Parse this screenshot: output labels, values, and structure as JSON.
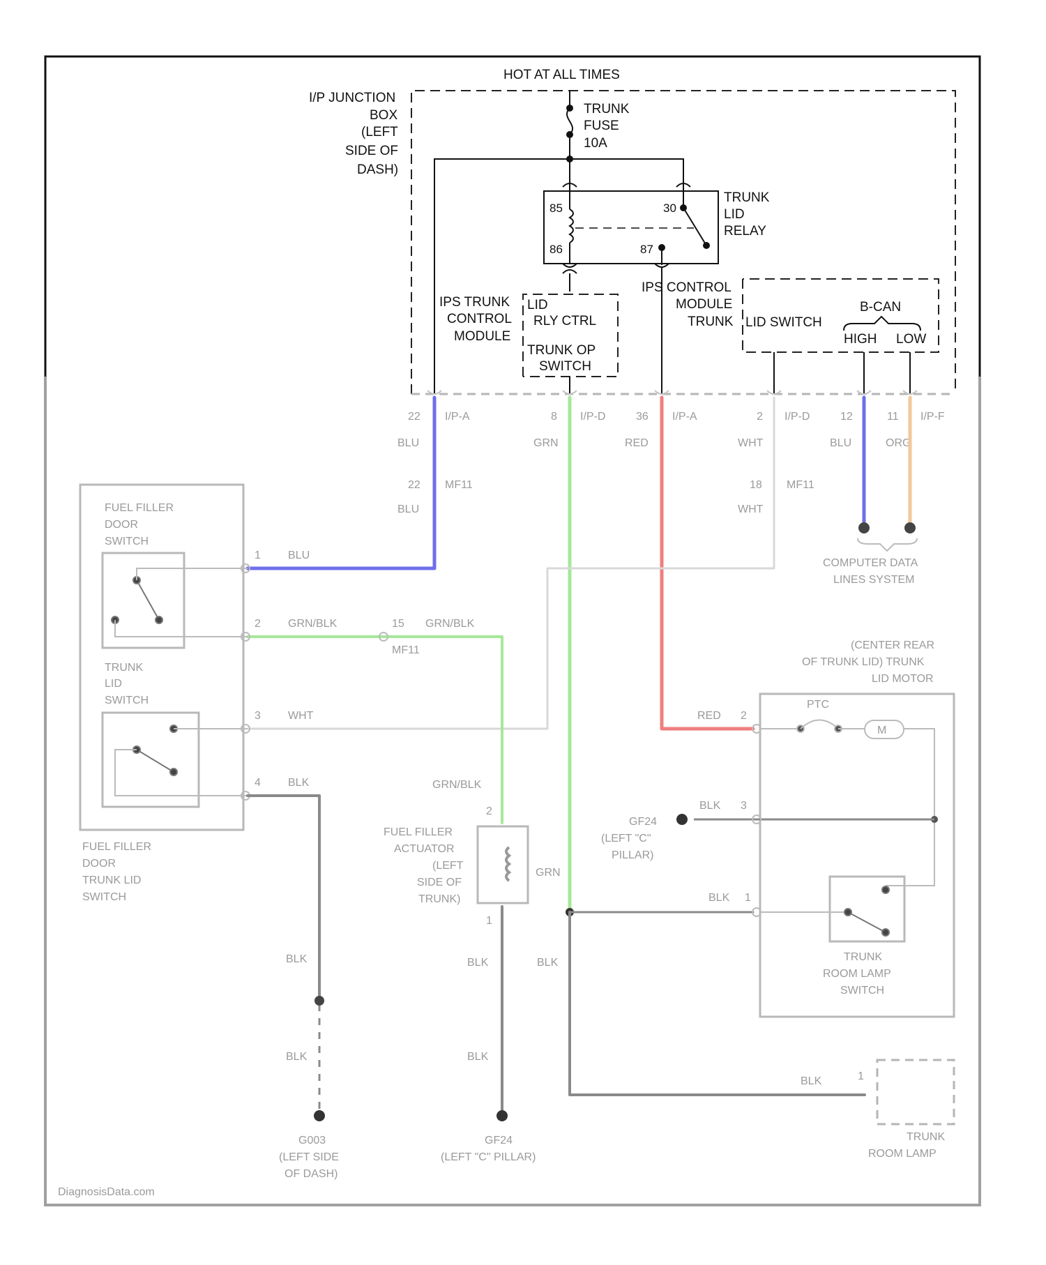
{
  "colors": {
    "blu": "#6f6fea",
    "grn": "#a6e89a",
    "red": "#ef7f7f",
    "org": "#f2c79a",
    "blk": "#8a8a8a",
    "wht": "#d8d8d8",
    "frame": "#111111"
  },
  "header": {
    "hot_at_all_times": "HOT AT ALL TIMES"
  },
  "junction_box": {
    "line1": "I/P JUNCTION",
    "line2": "BOX",
    "line3": "(LEFT",
    "line4": "SIDE OF",
    "line5": "DASH)"
  },
  "fuse": {
    "line1": "TRUNK",
    "line2": "FUSE",
    "line3": "10A"
  },
  "relay": {
    "line1": "TRUNK",
    "line2": "LID",
    "line3": "RELAY",
    "pin85": "85",
    "pin86": "86",
    "pin30": "30",
    "pin87": "87"
  },
  "ips_trunk_module": {
    "line1": "IPS TRUNK",
    "line2": "CONTROL",
    "line3": "MODULE",
    "lid": "LID",
    "rly_ctrl": "RLY CTRL",
    "trunk_op": "TRUNK OP",
    "switch": "SWITCH"
  },
  "ips_control_module": {
    "line1": "IPS CONTROL",
    "line2": "MODULE",
    "line3": "TRUNK",
    "lid_switch": "LID SWITCH",
    "bcan": "B-CAN",
    "high": "HIGH",
    "low": "LOW"
  },
  "faded": {
    "c_top_1": "22",
    "c_top_1b": "I/P-A",
    "c_top_2": "8",
    "c_top_2b": "I/P-D",
    "c_top_3": "36",
    "c_top_3b": "I/P-A",
    "c_top_4": "2",
    "c_top_4b": "I/P-D",
    "c_top_5": "12",
    "c_top_6": "11",
    "c_top_6b": "I/P-F",
    "w_blu": "BLU",
    "w_grn": "GRN",
    "w_red": "RED",
    "w_wht": "WHT",
    "w_blu2": "BLU",
    "w_org": "ORG",
    "c_mid_blu": "22",
    "c_mid_blu_b": "MF11",
    "w_blu3": "BLU",
    "c_mid_wht": "18",
    "c_mid_wht_b": "MF11",
    "w_wht2": "WHT",
    "computer_1": "COMPUTER DATA",
    "computer_2": "LINES SYSTEM",
    "ffds_1": "FUEL FILLER",
    "ffds_2": "DOOR",
    "ffds_3": "SWITCH",
    "tls_1": "TRUNK",
    "tls_2": "LID",
    "tls_3": "SWITCH",
    "pin1": "1",
    "pin1_w": "BLU",
    "pin2": "2",
    "pin2_w": "GRN/BLK",
    "pin2_c": "15",
    "pin2_cw": "GRN/BLK",
    "pin2_cm": "MF11",
    "pin3": "3",
    "pin3_w": "WHT",
    "pin4": "4",
    "pin4_w": "BLK",
    "combo_1": "FUEL FILLER",
    "combo_2": "DOOR",
    "combo_3": "TRUNK LID",
    "combo_4": "SWITCH",
    "actuator_w": "GRN/BLK",
    "act_pin2": "2",
    "act_pin1": "1",
    "act_1": "FUEL FILLER",
    "act_2": "ACTUATOR",
    "act_3": "(LEFT",
    "act_4": "SIDE OF",
    "act_5": "TRUNK)",
    "act_grn": "GRN",
    "motor_loc_1": "(CENTER REAR",
    "motor_loc_2": "OF TRUNK LID) TRUNK",
    "motor_loc_3": "LID MOTOR",
    "ptc": "PTC",
    "m": "M",
    "red_w": "RED",
    "red_pin": "2",
    "blk_w1": "BLK",
    "blk_pin3": "3",
    "g_gnd1": "GF24",
    "g_gnd1_b": "(LEFT \"C\"",
    "g_gnd1_c": "PILLAR)",
    "blk_w2": "BLK",
    "blk_pin1": "1",
    "trls_1": "TRUNK",
    "trls_2": "ROOM LAMP",
    "trls_3": "SWITCH",
    "blk_a": "BLK",
    "blk_b": "BLK",
    "blk_c": "BLK",
    "blk_d": "BLK",
    "blk_e": "BLK",
    "blk_f": "BLK",
    "g_dash_1": "G003",
    "g_dash_2": "(LEFT SIDE",
    "g_dash_3": "OF DASH)",
    "g_pillar_1": "GF24",
    "g_pillar_2": "(LEFT \"C\" PILLAR)",
    "lamp_pin": "1",
    "lamp_1": "TRUNK",
    "lamp_2": "ROOM LAMP",
    "footer": "DiagnosisData.com"
  }
}
